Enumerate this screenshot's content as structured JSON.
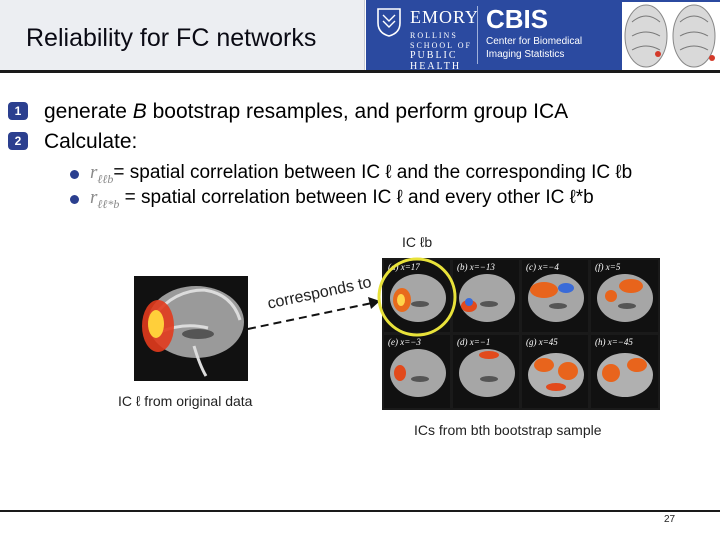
{
  "header": {
    "title": "Reliability for FC networks",
    "logo": {
      "emory_name": "EMORY",
      "school_lines": [
        "ROLLINS",
        "SCHOOL OF",
        "PUBLIC",
        "HEALTH"
      ],
      "cbis": "CBIS",
      "cbis_lines": [
        "Center for Biomedical",
        "Imaging Statistics"
      ]
    }
  },
  "items": [
    {
      "num": "1",
      "text_before": "generate ",
      "emph": "B",
      "text_after": " bootstrap resamples, and perform group ICA"
    },
    {
      "num": "2",
      "text": "Calculate:"
    }
  ],
  "subitems": [
    {
      "symbol": "r",
      "subscript": "ℓℓb",
      "text": "= spatial correlation between IC ℓ and the corresponding IC ℓb"
    },
    {
      "symbol": "r",
      "subscript": "ℓℓ*b",
      "text": " = spatial correlation between IC ℓ and every other IC ℓ*b"
    }
  ],
  "figure": {
    "top_label": "IC ℓb",
    "arrow_label": "corresponds to",
    "left_caption": "IC ℓ from original data",
    "bottom_caption": "ICs from bth bootstrap sample",
    "panels": [
      {
        "label": "(a)  x=17"
      },
      {
        "label": "(b)  x=−13"
      },
      {
        "label": "(c)  x=−4"
      },
      {
        "label": "(f)  x=5"
      },
      {
        "label": "(e)  x=−3"
      },
      {
        "label": "(d)  x=−1"
      },
      {
        "label": "(g)  x=45"
      },
      {
        "label": "(h)  x=−45"
      }
    ]
  },
  "footer": {
    "page": "27"
  },
  "colors": {
    "brand_blue": "#2b4aa0",
    "bullet": "#2b3f8f",
    "highlight_circle": "#e8e23a"
  }
}
